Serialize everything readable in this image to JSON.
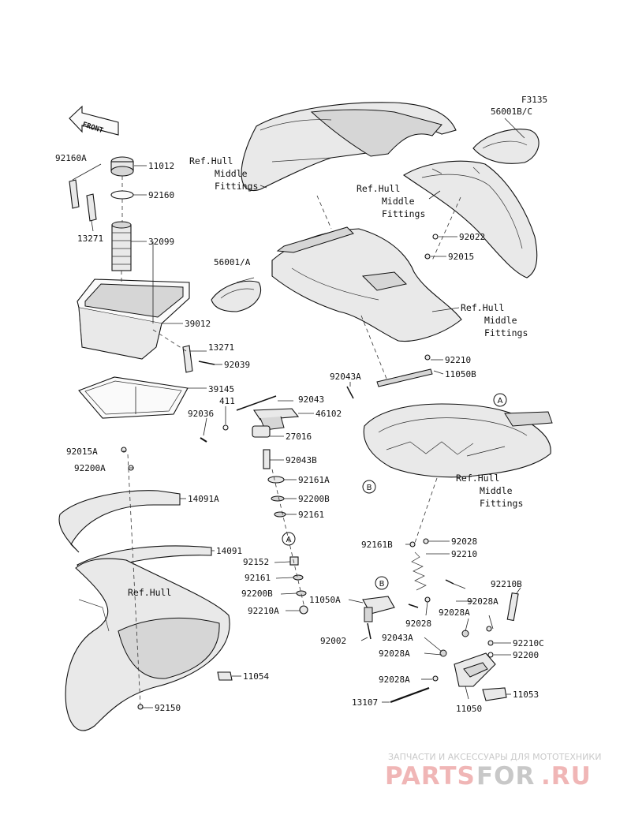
{
  "diagram_code": "F3135",
  "front_label": "FRONT",
  "ref_text": {
    "hull_middle_fittings": [
      "Ref.Hull",
      "Middle",
      "Fittings"
    ],
    "hull": "Ref.Hull"
  },
  "callouts": {
    "A": "A",
    "B": "B"
  },
  "parts": [
    "11012",
    "92160A",
    "92160",
    "13271",
    "32099",
    "39012",
    "13271",
    "92039",
    "39145",
    "56001/A",
    "56001B/C",
    "92022",
    "92015",
    "92210",
    "11050B",
    "92043A",
    "92043",
    "411",
    "92036",
    "46102",
    "27016",
    "92043B",
    "92161A",
    "92200B",
    "92161",
    "92152",
    "92161",
    "92200B",
    "92210A",
    "11050A",
    "92002",
    "92015A",
    "92200A",
    "14091A",
    "14091",
    "11054",
    "92150",
    "92161B",
    "92028",
    "92210",
    "92028",
    "92028A",
    "92210B",
    "92028A",
    "92043A",
    "92028A",
    "92210C",
    "92200",
    "92028A",
    "13107",
    "11050",
    "11053"
  ],
  "watermark": {
    "tagline": "ЗАПЧАСТИ И АКСЕССУАРЫ ДЛЯ МОТОТЕХНИКИ",
    "brand_part1": "PARTS",
    "brand_part2": "FOR",
    "brand_part3": ".RU"
  }
}
